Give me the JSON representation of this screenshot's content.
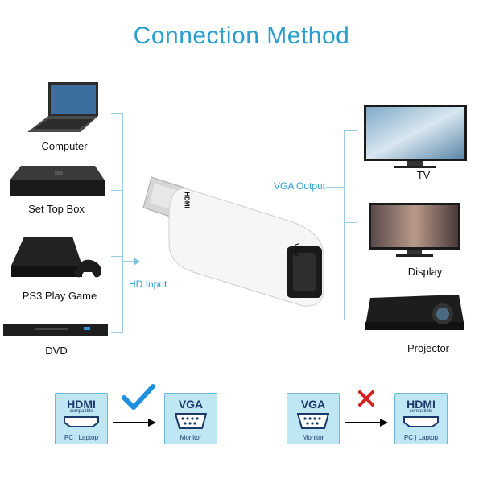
{
  "title": "Connection Method",
  "inputs": {
    "label": "HD Input",
    "devices": [
      {
        "name": "Computer",
        "icon": "laptop-icon"
      },
      {
        "name": "Set Top Box",
        "icon": "set-top-box-icon"
      },
      {
        "name": "PS3 Play Game",
        "icon": "game-console-icon"
      },
      {
        "name": "DVD",
        "icon": "dvd-player-icon"
      }
    ]
  },
  "adapter": {
    "hdmi_text": "HDMI",
    "vga_text": "VGA"
  },
  "outputs": {
    "label": "VGA Output",
    "devices": [
      {
        "name": "TV",
        "icon": "tv-icon"
      },
      {
        "name": "Display",
        "icon": "monitor-icon"
      },
      {
        "name": "Projector",
        "icon": "projector-icon"
      }
    ]
  },
  "diagrams": [
    {
      "status": "check",
      "from": {
        "title": "HDMI",
        "subtitle": "compatible",
        "caption": "PC | Laptop"
      },
      "to": {
        "title": "VGA",
        "caption": "Monitor"
      }
    },
    {
      "status": "x",
      "from": {
        "title": "VGA",
        "caption": "Monitor"
      },
      "to": {
        "title": "HDMI",
        "subtitle": "compatible",
        "caption": "PC | Laptop"
      }
    }
  ],
  "colors": {
    "accent": "#2a9fcf",
    "card": "#bfe6f3",
    "check": "#1f8fe0",
    "cross": "#d62020"
  }
}
